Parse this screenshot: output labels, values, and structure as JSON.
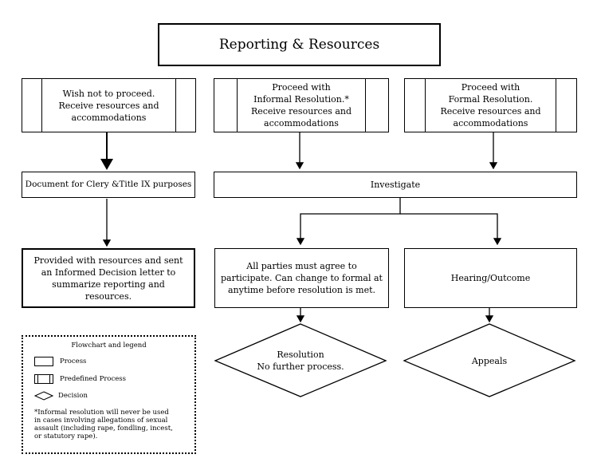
{
  "title": "Reporting & Resources",
  "column1": {
    "top": "Wish not to proceed.\nReceive resources and\naccommodations",
    "mid": "Document for Clery &Title IX purposes",
    "bottom": "Provided with resources and sent\nan Informed Decision letter to\nsummarize reporting and\nresources."
  },
  "column2": {
    "top": "Proceed with\nInformal Resolution.*\nReceive resources and\naccommodations",
    "bottom": "All parties must agree to\nparticipate. Can change to formal at\nanytime before resolution is met.",
    "decision": "Resolution\nNo further process."
  },
  "column3": {
    "top": "Proceed with\nFormal Resolution.\nReceive resources and\naccommodations",
    "bottom": "Hearing/Outcome",
    "decision": "Appeals"
  },
  "investigate": "Investigate",
  "legend": {
    "title": "Flowchart and legend",
    "process": "Process",
    "predefined": "Predefined Process",
    "decision": "Decision",
    "note": "*Informal resolution will never be used\nin cases involving allegations of sexual\nassault (including rape, fondling, incest,\nor statutory rape)."
  }
}
